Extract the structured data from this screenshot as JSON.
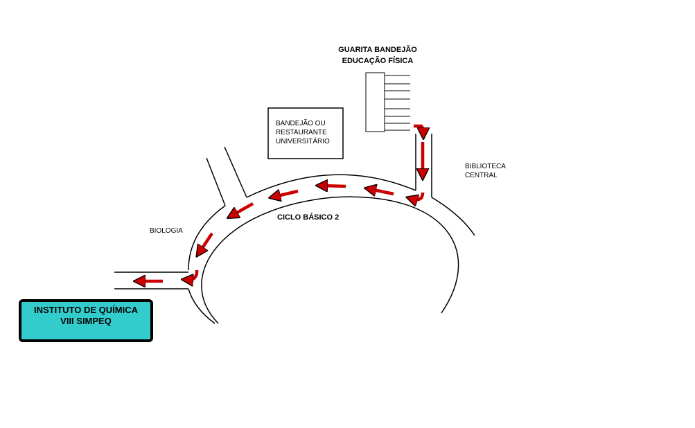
{
  "labels": {
    "guarita_line1": "GUARITA BANDEJÃO",
    "guarita_line2": "EDUCAÇÃO FÍSICA",
    "bandejao_line1": "BANDEJÃO OU",
    "bandejao_line2": "RESTAURANTE",
    "bandejao_line3": "UNIVERSITÁRIO",
    "biblioteca_line1": "BIBLIOTECA",
    "biblioteca_line2": "CENTRAL",
    "ciclo": "CICLO BÁSICO 2",
    "biologia": "BIOLOGIA"
  },
  "destination": {
    "line1": "INSTITUTO DE QUÍMICA",
    "line2": "VIII SIMPEQ"
  },
  "colors": {
    "route_arrow": "#cc0000",
    "destination_fill": "#33cccc",
    "road_line": "#000000"
  }
}
